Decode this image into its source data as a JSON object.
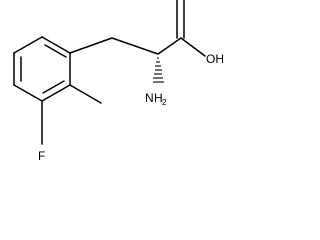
{
  "molecule": {
    "atoms": {
      "hydroxyl": "OH",
      "amine_n": "N",
      "amine_h": "H",
      "amine_count": "2",
      "fluorine": "F"
    }
  }
}
